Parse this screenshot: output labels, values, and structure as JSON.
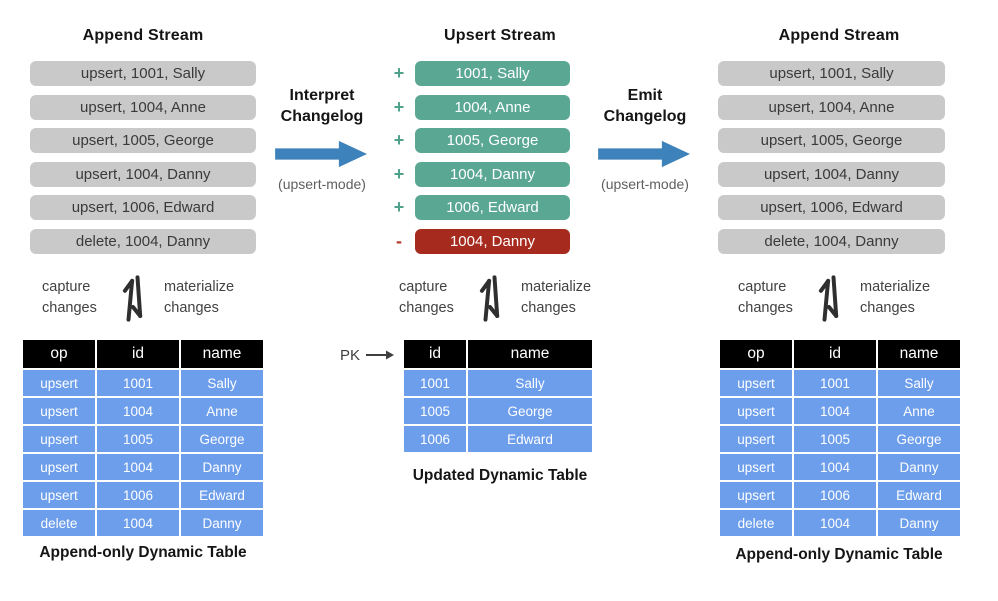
{
  "left": {
    "title": "Append Stream",
    "stream": [
      "upsert, 1001, Sally",
      "upsert, 1004, Anne",
      "upsert, 1005, George",
      "upsert, 1004, Danny",
      "upsert, 1006, Edward",
      "delete, 1004, Danny"
    ],
    "capture_label": "capture changes",
    "materialize_label": "materialize changes",
    "table": {
      "headers": [
        "op",
        "id",
        "name"
      ],
      "rows": [
        [
          "upsert",
          "1001",
          "Sally"
        ],
        [
          "upsert",
          "1004",
          "Anne"
        ],
        [
          "upsert",
          "1005",
          "George"
        ],
        [
          "upsert",
          "1004",
          "Danny"
        ],
        [
          "upsert",
          "1006",
          "Edward"
        ],
        [
          "delete",
          "1004",
          "Danny"
        ]
      ]
    },
    "caption": "Append-only Dynamic Table"
  },
  "middle": {
    "title": "Upsert Stream",
    "stream": [
      {
        "sign": "+",
        "text": "1001, Sally",
        "type": "insert"
      },
      {
        "sign": "+",
        "text": "1004, Anne",
        "type": "insert"
      },
      {
        "sign": "+",
        "text": "1005, George",
        "type": "insert"
      },
      {
        "sign": "+",
        "text": "1004, Danny",
        "type": "insert"
      },
      {
        "sign": "+",
        "text": "1006, Edward",
        "type": "insert"
      },
      {
        "sign": "-",
        "text": "1004, Danny",
        "type": "delete"
      }
    ],
    "capture_label": "capture changes",
    "materialize_label": "materialize changes",
    "pk_label": "PK",
    "table": {
      "headers": [
        "id",
        "name"
      ],
      "rows": [
        [
          "1001",
          "Sally"
        ],
        [
          "1005",
          "George"
        ],
        [
          "1006",
          "Edward"
        ]
      ]
    },
    "caption": "Updated Dynamic Table"
  },
  "right": {
    "title": "Append Stream",
    "stream": [
      "upsert, 1001, Sally",
      "upsert, 1004, Anne",
      "upsert, 1005, George",
      "upsert, 1004, Danny",
      "upsert, 1006, Edward",
      "delete, 1004, Danny"
    ],
    "capture_label": "capture changes",
    "materialize_label": "materialize changes",
    "table": {
      "headers": [
        "op",
        "id",
        "name"
      ],
      "rows": [
        [
          "upsert",
          "1001",
          "Sally"
        ],
        [
          "upsert",
          "1004",
          "Anne"
        ],
        [
          "upsert",
          "1005",
          "George"
        ],
        [
          "upsert",
          "1004",
          "Danny"
        ],
        [
          "upsert",
          "1006",
          "Edward"
        ],
        [
          "delete",
          "1004",
          "Danny"
        ]
      ]
    },
    "caption": "Append-only Dynamic Table"
  },
  "flows": {
    "interpret": {
      "line1": "Interpret",
      "line2": "Changelog",
      "mode": "(upsert-mode)"
    },
    "emit": {
      "line1": "Emit",
      "line2": "Changelog",
      "mode": "(upsert-mode)"
    }
  },
  "icons": {
    "exchange-arrows-icon": "up-and-down exchange arrows (capture/materialize)",
    "flow-arrow-icon": "thick right-pointing blue arrow",
    "pk-arrow-icon": "thin right arrow pointing at primary-key column"
  },
  "colors": {
    "gray_record": "#c9c9c9",
    "insert_green": "#5aa794",
    "delete_red": "#a62b1e",
    "flow_arrow_blue": "#3d82ba",
    "table_row_blue": "#6d9eeb",
    "table_header_black": "#000000"
  }
}
